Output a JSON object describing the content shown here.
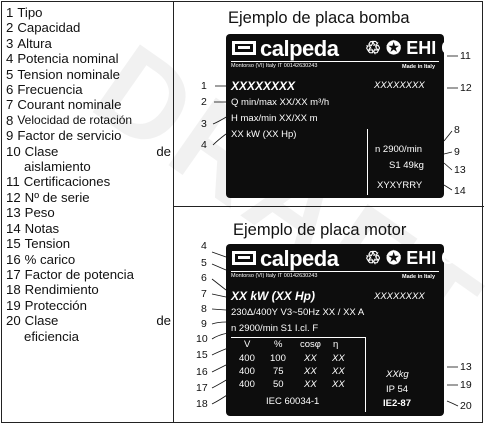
{
  "legend": [
    {
      "num": "1",
      "label": "Tipo"
    },
    {
      "num": "2",
      "label": "Capacidad"
    },
    {
      "num": "3",
      "label": "Altura"
    },
    {
      "num": "4",
      "label": "Potencia nominal"
    },
    {
      "num": "5",
      "label": "Tension nominale"
    },
    {
      "num": "6",
      "label": "Frecuencia"
    },
    {
      "num": "7",
      "label": "Courant nominale"
    },
    {
      "num": "8",
      "label": "Velocidad de rotación"
    },
    {
      "num": "9",
      "label": "Factor de servicio"
    },
    {
      "num": "10",
      "label_a": "Clase",
      "label_b": "de",
      "label_cont": "aislamiento"
    },
    {
      "num": "11",
      "label": "Certificaciones"
    },
    {
      "num": "12",
      "label": "Nº de serie"
    },
    {
      "num": "13",
      "label": "Peso"
    },
    {
      "num": "14",
      "label": "Notas"
    },
    {
      "num": "15",
      "label": "Tension"
    },
    {
      "num": "16",
      "label": "% carico"
    },
    {
      "num": "17",
      "label": "Factor de potencia"
    },
    {
      "num": "18",
      "label": "Rendimiento"
    },
    {
      "num": "19",
      "label": "Protección"
    },
    {
      "num": "20",
      "label_a": "Clase",
      "label_b": "de",
      "label_cont": "eficiencia"
    }
  ],
  "pump": {
    "title": "Ejemplo de placa bomba",
    "brand": "calpeda",
    "address": "Montorso (VI) Italy  IT 00142630243",
    "made_in": "Made in Italy",
    "marks": "♲ ✪ EHI C€",
    "type_code": "XXXXXXXX",
    "serial": "XXXXXXXX",
    "q_line": "Q min/max XX/XX m³/h",
    "h_line": "H max/min XX/XX m",
    "power_line": "XX kW  (XX Hp)",
    "speed": "n 2900/min",
    "s1_weight": "S1   49kg",
    "notes": "XYXYRRY"
  },
  "pump_callouts": {
    "c1": "1",
    "c2": "2",
    "c3": "3",
    "c4": "4",
    "c11": "11",
    "c12": "12",
    "c8": "8",
    "c9": "9",
    "c13": "13",
    "c14": "14"
  },
  "motor": {
    "title": "Ejemplo de placa motor",
    "brand": "calpeda",
    "address": "Montorso (VI) Italy  IT 00142630243",
    "made_in": "Made in Italy",
    "marks": "♲ ✪ EHI C€",
    "power": "XX kW   (XX Hp)",
    "type_code": "XXXXXXXX",
    "voltage_line": "230Δ/400Y V3~50Hz   XX / XX A",
    "speed_line": "n 2900/min   S1   I.cl. F",
    "table_headers": [
      "V",
      "%",
      "cosφ",
      "η"
    ],
    "table_rows": [
      [
        "400",
        "100",
        "XX",
        "XX"
      ],
      [
        "400",
        "75",
        "XX",
        "XX"
      ],
      [
        "400",
        "50",
        "XX",
        "XX"
      ]
    ],
    "weight": "XXkg",
    "ip": "IP 54",
    "standard": "IEC 60034-1",
    "eff_class": "IE2-87"
  },
  "motor_callouts": {
    "c4": "4",
    "c5": "5",
    "c6": "6",
    "c7": "7",
    "c8": "8",
    "c9": "9",
    "c10": "10",
    "c15": "15",
    "c16": "16",
    "c17": "17",
    "c18": "18",
    "c13": "13",
    "c19": "19",
    "c20": "20"
  }
}
